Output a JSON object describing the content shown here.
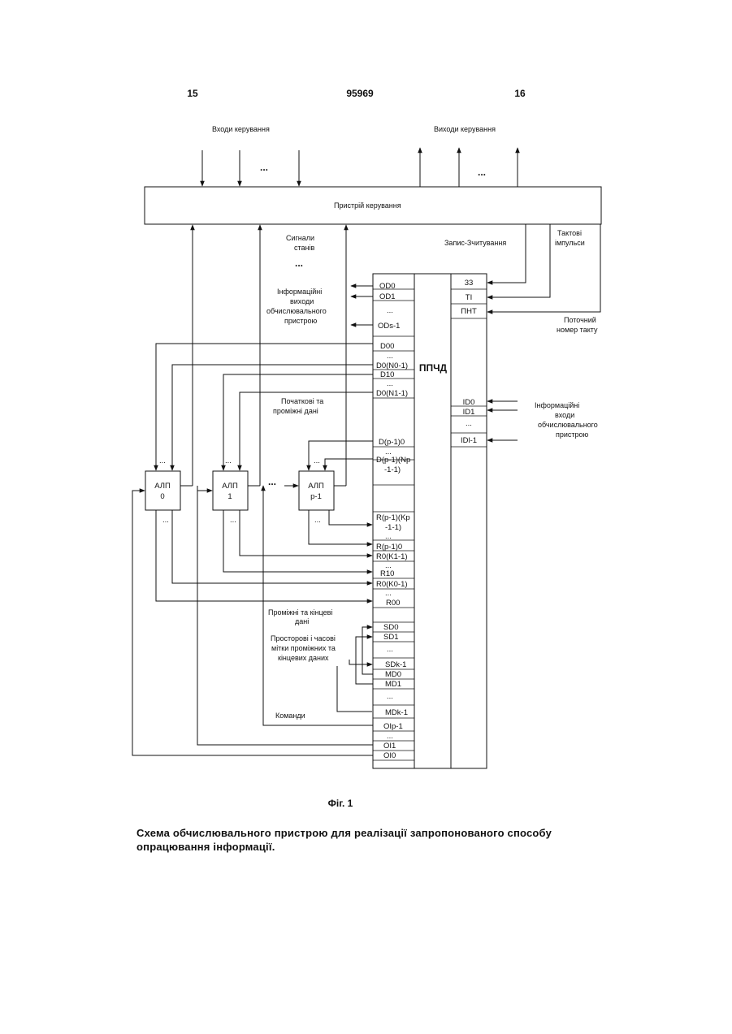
{
  "header": {
    "left": "15",
    "center": "95969",
    "right": "16"
  },
  "labels": {
    "control_inputs": "Входи керування",
    "control_outputs": "Виходи керування",
    "dots": "...",
    "control_device": "Пристрій керування",
    "state_signals_1": "Сигнали",
    "state_signals_2": "станів",
    "write_read": "Запис-Зчитування",
    "clock_1": "Тактові",
    "clock_2": "імпульси",
    "info_out_1": "Інформаційні",
    "info_out_2": "виходи",
    "info_out_3": "обчислювального",
    "info_out_4": "пристрою",
    "current_tick_1": "Поточний",
    "current_tick_2": "номер такту",
    "memory": "ППЧД",
    "initial_1": "Початкові та",
    "initial_2": "проміжні дані",
    "info_in_1": "Інформаційні",
    "info_in_2": "входи",
    "info_in_3": "обчислювального",
    "info_in_4": "пристрою",
    "intermediate_1": "Проміжні та кінцеві",
    "intermediate_2": "дані",
    "marks_1": "Просторові і часові",
    "marks_2": "мітки проміжних та",
    "marks_3": "кінцевих даних",
    "commands": "Команди"
  },
  "alus": [
    {
      "line1": "АЛП",
      "line2": "0"
    },
    {
      "line1": "АЛП",
      "line2": "1"
    },
    {
      "line1": "АЛП",
      "line2": "р-1"
    }
  ],
  "cells": {
    "od0": "OD0",
    "od1": "OD1",
    "od_dots": "...",
    "ods1": "ODs-1",
    "d00": "D00",
    "d0_dots": "...",
    "d0n0": "D0(N0-1)",
    "d10": "D10",
    "d1_dots": "...",
    "d0n1": "D0(N1-1)",
    "dp0": "D(p-1)0",
    "dp_dots": "...",
    "dpn_1": "D(p-1)(Np",
    "dpn_2": "-1-1)",
    "rpk_1": "R(p-1)(Kp",
    "rpk_2": "-1-1)",
    "rp_dots": "...",
    "rp0": "R(p-1)0",
    "r0k1": "R0(K1-1)",
    "r1_dots": "...",
    "r10": "R10",
    "r0k0": "R0(K0-1)",
    "r0_dots": "...",
    "r00": "R00",
    "sd0": "SD0",
    "sd1": "SD1",
    "sd_dots": "...",
    "sdk1": "SDk-1",
    "md0": "MD0",
    "md1": "MD1",
    "md_dots": "...",
    "mdk1": "MDk-1",
    "oip1": "OIp-1",
    "oi_dots": "...",
    "oi1": "OI1",
    "oi0": "OI0",
    "r33": "33",
    "rti": "TI",
    "rpnt": "ПНТ",
    "id0": "ID0",
    "id1": "ID1",
    "id_dots": "...",
    "idl1": "IDl-1"
  },
  "figure_label": "Фіг. 1",
  "caption": "Схема обчислювального пристрою для реалізації запропонованого способу опрацювання інформації."
}
